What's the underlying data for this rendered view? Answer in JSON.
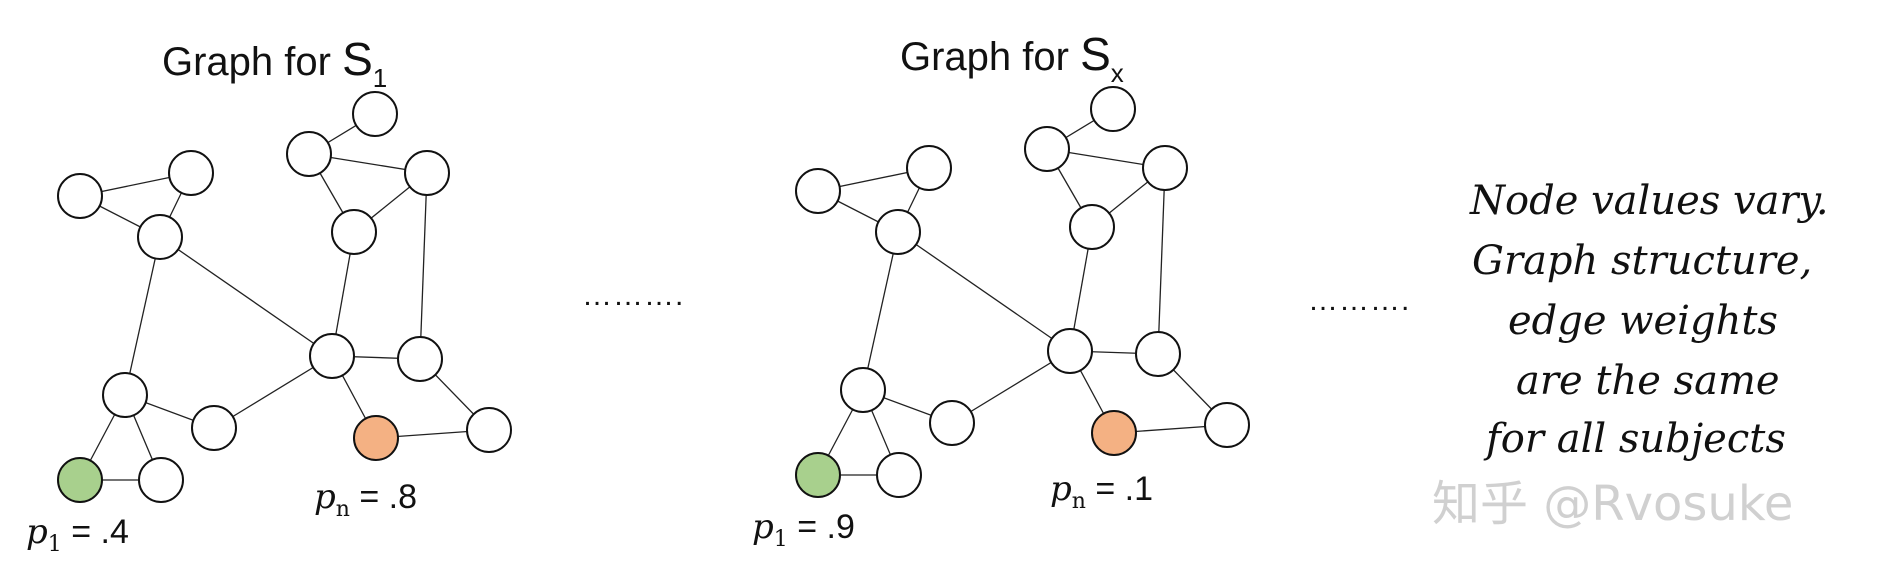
{
  "graphs": [
    {
      "title": "Graph for ",
      "subject_letter": "S",
      "subject_index": "1",
      "start_label": {
        "var": "p",
        "sub": "1",
        "eq": " =  .4"
      },
      "end_label": {
        "var": "p",
        "sub": "n",
        "eq": " =  .8"
      }
    },
    {
      "title": "Graph for ",
      "subject_letter": "S",
      "subject_index": "x",
      "start_label": {
        "var": "p",
        "sub": "1",
        "eq": " =  .9"
      },
      "end_label": {
        "var": "p",
        "sub": "n",
        "eq": " =  .1"
      }
    }
  ],
  "ellipses": [
    "……….",
    "……….",
    ""
  ],
  "note_lines": [
    "Node values vary.",
    "Graph structure,",
    "edge weights",
    "are the same",
    "for all subjects"
  ],
  "watermark": "知乎 @Rvosuke",
  "colors": {
    "start_node": "#a8d08d",
    "end_node": "#f4b183",
    "plain_node": "#ffffff",
    "stroke": "#111111"
  }
}
